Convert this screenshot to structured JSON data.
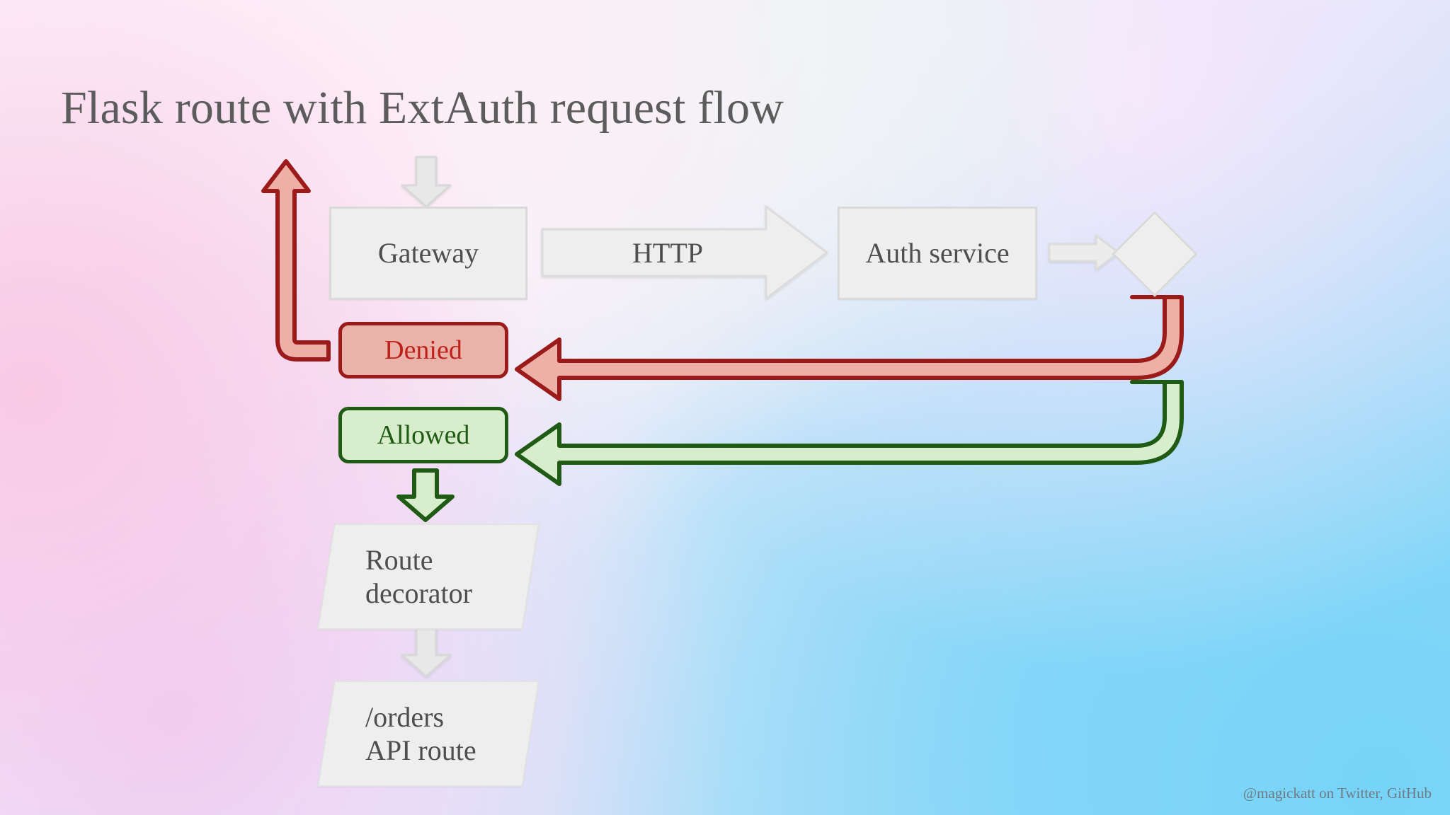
{
  "slide": {
    "title": "Flask route with ExtAuth request flow",
    "watermark": "@magickatt on Twitter, GitHub",
    "background_colors": {
      "pink": "#f9c9e6",
      "lavender": "#eecdf3",
      "mint": "#eaf7f4",
      "sky": "#76d4f8",
      "base": "#f5f2fc"
    },
    "title_color": "#5c5c5c",
    "watermark_color": "#6f7b84"
  },
  "palette": {
    "node_fill": "#eeeeee",
    "node_border": "#dadada",
    "node_text": "#4e4e4e",
    "denied_fill": "#eab3a9",
    "denied_border": "#9b1b1b",
    "denied_text": "#c0201c",
    "allowed_fill": "#d8edcc",
    "allowed_border": "#1f5b14",
    "allowed_text": "#1f5b14",
    "red_path_fill": "#eeb0a6",
    "red_path_stroke": "#9b1b1b",
    "green_path_fill": "#d8edcc",
    "green_path_stroke": "#1f5b14",
    "gray_arrow_fill": "#e6e6e6",
    "gray_arrow_stroke": "#d6d6d6"
  },
  "nodes": {
    "gateway": {
      "label": "Gateway",
      "shape": "rectangle"
    },
    "auth_service": {
      "label": "Auth service",
      "shape": "rectangle"
    },
    "decision": {
      "label": "",
      "shape": "diamond"
    },
    "denied": {
      "label": "Denied",
      "shape": "rounded-rectangle"
    },
    "allowed": {
      "label": "Allowed",
      "shape": "rounded-rectangle"
    },
    "route_decorator": {
      "label": "Route\ndecorator",
      "shape": "parallelogram"
    },
    "api_route": {
      "label": "/orders\nAPI route",
      "shape": "parallelogram"
    }
  },
  "edges": {
    "incoming_request": {
      "label": "",
      "style": "gray-block-arrow",
      "direction": "down",
      "from": "",
      "to": "gateway"
    },
    "gateway_to_auth": {
      "label": "HTTP",
      "style": "gray-block-arrow",
      "direction": "right",
      "from": "gateway",
      "to": "auth_service"
    },
    "auth_to_decision": {
      "label": "",
      "style": "gray-block-arrow",
      "direction": "right",
      "from": "auth_service",
      "to": "decision"
    },
    "decision_to_denied": {
      "label": "",
      "style": "red-block-arrow",
      "direction": "left",
      "from": "decision",
      "to": "denied"
    },
    "decision_to_allowed": {
      "label": "",
      "style": "green-block-arrow",
      "direction": "left",
      "from": "decision",
      "to": "allowed"
    },
    "denied_to_caller": {
      "label": "",
      "style": "red-block-arrow",
      "direction": "up",
      "from": "denied",
      "to": "caller"
    },
    "allowed_to_route_decorator": {
      "label": "",
      "style": "green-block-arrow",
      "direction": "down",
      "from": "allowed",
      "to": "route_decorator"
    },
    "route_decorator_to_api_route": {
      "label": "",
      "style": "gray-block-arrow",
      "direction": "down",
      "from": "route_decorator",
      "to": "api_route"
    }
  }
}
